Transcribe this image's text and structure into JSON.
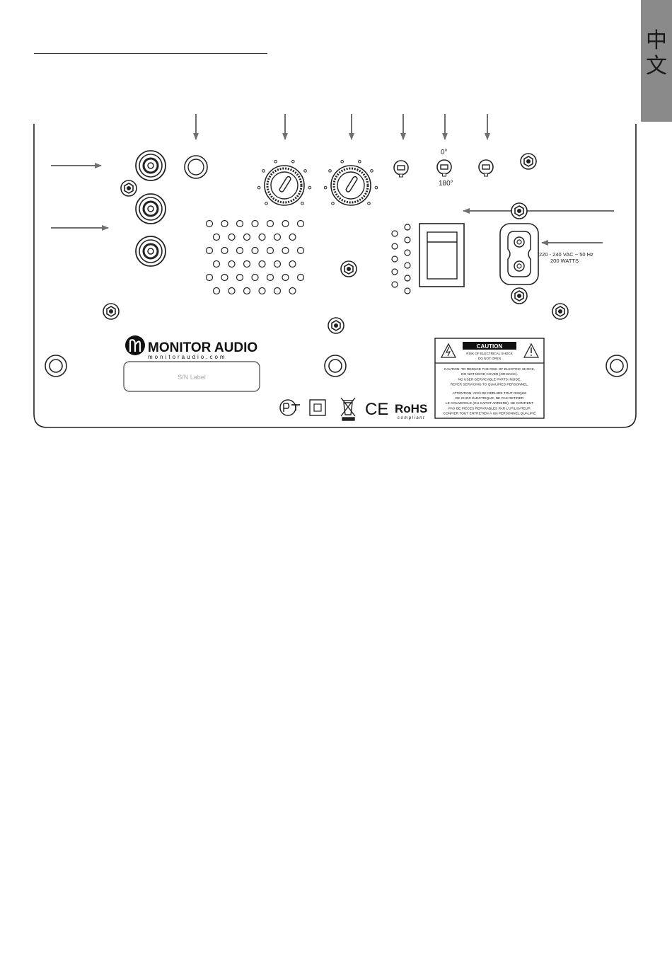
{
  "side_tab": {
    "language_label": "中文"
  },
  "panel": {
    "phase_top_label": "0°",
    "phase_bottom_label": "180°",
    "power_rating_line1": "220 - 240 VAC ~ 50 Hz",
    "power_rating_line2": "200 WATTS",
    "brand_name": "MONITOR AUDIO",
    "brand_url": "monitoraudio.com",
    "serial_label": "S/N Label",
    "rohs_label": "RoHS",
    "rohs_sub": "compliant",
    "ce_label": "CE",
    "caution": {
      "title": "CAUTION",
      "sub1": "RISK OF ELECTRICAL SHOCK",
      "sub2": "DO NOT OPEN",
      "lines_en": [
        "CAUTION: TO REDUCE THE RISK OF ELECTRIC SHOCK,",
        "DO NOT MOVE COVER (OR BACK).",
        "NO USER-SERVICABLE PARTS INSIDE.",
        "REFER SERVICING TO QUALIFIED PERSONNEL."
      ],
      "lines_fr": [
        "ATTENTION: AFIN DE RÉDUIRE TOUT RISQUE",
        "DE CHOC ÉLECTRIQUE, NE PAS RETIRER",
        "LE COUVERCLE (OU CAPOT ARRIERE). NE CONTIENT",
        "PAS DE PIECES REPARABLES PAR L'UTILISATEUR",
        "CONFIER TOUT ENTRETIEN À UN PERSONNEL QUALIFIÉ"
      ]
    }
  }
}
